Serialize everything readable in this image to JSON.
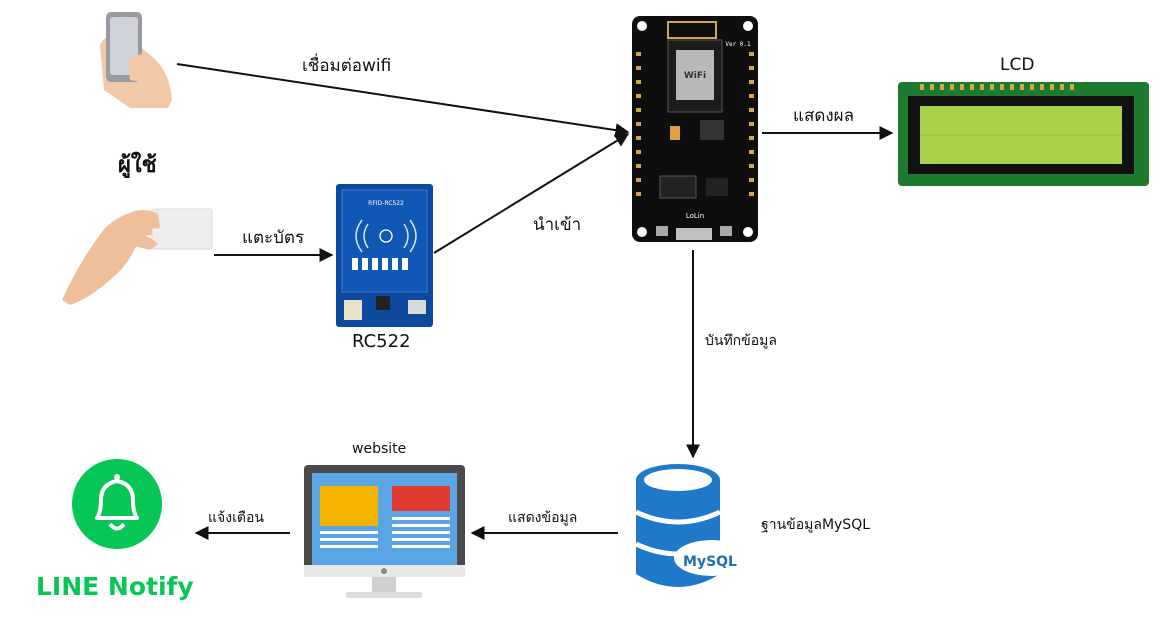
{
  "labels": {
    "user": "ผู้ใช้",
    "connect_wifi": "เชื่อมต่อwifi",
    "tap_card": "แตะบัตร",
    "rc522": "RC522",
    "import": "นำเข้า",
    "display": "แสดงผล",
    "lcd": "LCD",
    "save_data": "บันทึกข้อมูล",
    "database": "ฐานข้อมูลMySQL",
    "show_data": "แสดงข้อมูล",
    "website": "website",
    "notify": "แจ้งเตือน",
    "line_notify": "LINE Notify"
  },
  "board_text": {
    "rfid_module": "RFID-RC522",
    "nodemcu": "LoLin",
    "wifi": "WiFi",
    "ver": "Ver 0.1",
    "mysql_logo": "MySQL"
  },
  "colors": {
    "arrow": "#111111",
    "line_green": "#06c755",
    "rfid_blue": "#0d4a9e",
    "lcd_board": "#1e7a2e",
    "lcd_screen": "#a8d14a",
    "db_blue": "#1f78c8",
    "web_yellow": "#f5b400",
    "web_red": "#e03a30",
    "web_blue": "#5aa5e6"
  }
}
